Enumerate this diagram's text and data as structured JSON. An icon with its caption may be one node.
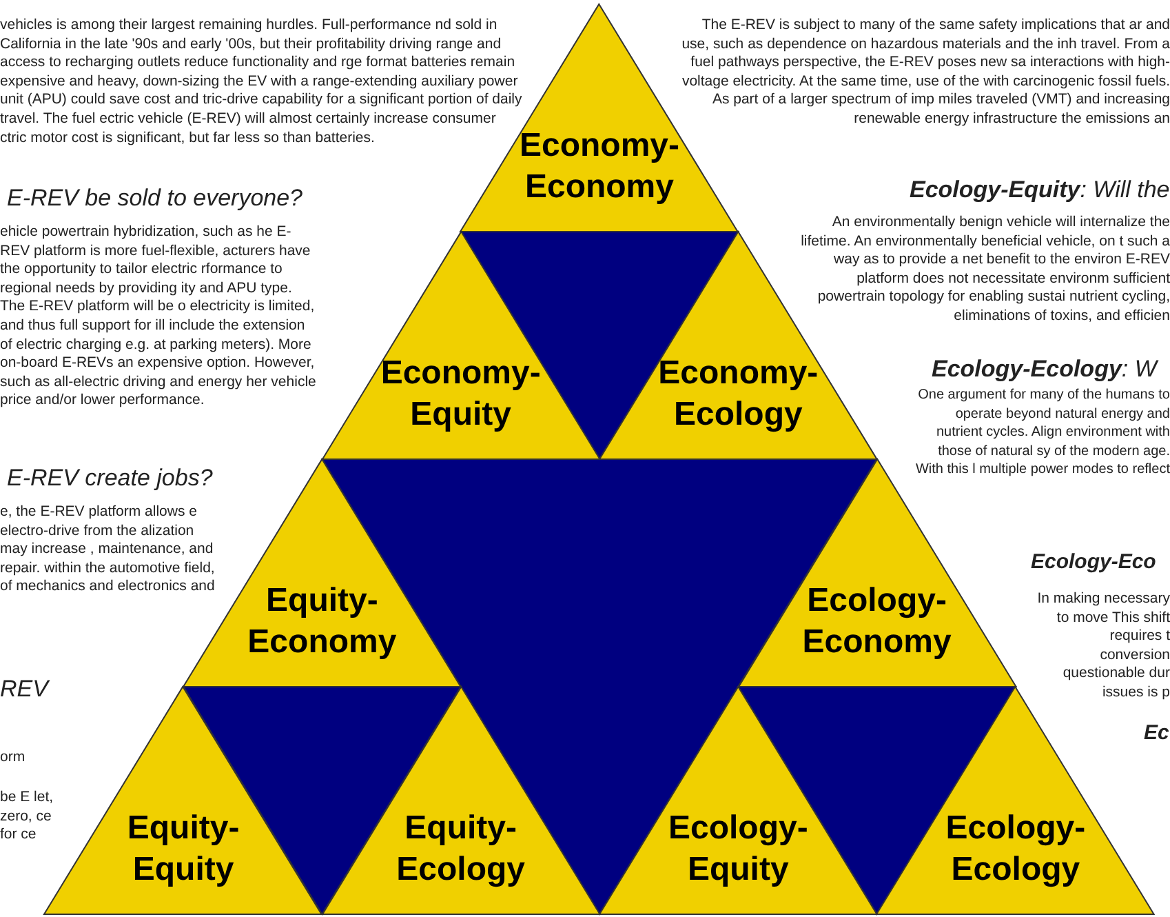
{
  "diagram": {
    "nodes": [
      {
        "text": [
          "Economy- Economy"
        ]
      },
      {
        "text": [
          "Economy- Equity"
        ]
      },
      {
        "text": [
          "Economy- Ecology"
        ]
      },
      {
        "text": [
          "Equity- Economy"
        ]
      },
      {
        "text": [
          "Ecology- Economy"
        ]
      },
      {
        "text": [
          "Equity- Equity"
        ]
      },
      {
        "text": [
          "Equity- Ecology"
        ]
      },
      {
        "text": [
          "Ecology- Equity"
        ]
      },
      {
        "text": [
          "Ecology- Ecology"
        ]
      },
      {
        "text": [],
        "shape": "triangle"
      },
      {
        "text": [],
        "shape": "triangle"
      },
      {
        "text": [],
        "shape": "triangle"
      },
      {
        "text": [],
        "shape": "triangle"
      }
    ],
    "labels": [
      "vehicles is among their largest remaining hurdles. Full-performance nd sold in California in the late '90s and early '00s, but their profitability driving range and access to recharging outlets reduce functionality and rge format batteries remain expensive and heavy, down-sizing the EV with a range-extending auxiliary power unit (APU) could save cost and tric-drive capability for a significant portion of daily travel. The fuel ectric vehicle (E-REV) will almost certainly increase consumer ctric motor cost is significant, but far less so than batteries.",
      "E-REV be sold to everyone?",
      "ehicle powertrain hybridization, such as he E-REV platform is more fuel-flexible, acturers have the opportunity to tailor electric rformance to regional needs by providing ity and APU type. The E-REV platform will be o electricity is limited, and thus full support for ill include the extension of electric charging e.g. at parking meters). More on-board E-REVs an expensive option. However, such as all-electric driving and energy her vehicle price and/or lower performance.",
      "E-REV create jobs?",
      "e, the E-REV platform allows e electro-drive from the alization may increase , maintenance, and repair. within the automotive field, of mechanics and electronics and",
      "REV",
      "orm",
      "be E let, zero, ce for ce",
      "The E-REV is subject to many of the same safety implications that ar and use, such as dependence on hazardous materials and the inh travel. From a fuel pathways perspective, the E-REV poses new sa interactions with high-voltage electricity. At the same time, use of the with carcinogenic fossil fuels. As part of a larger spectrum of imp miles traveled (VMT) and increasing renewable energy infrastructure the emissions an",
      "**Ecology-Equity**: Will the",
      "An environmentally benign vehicle will internalize the lifetime. An environmentally beneficial vehicle, on t such a way as to provide a net benefit to the environ E-REV platform does not necessitate environm sufficient powertrain topology for enabling sustai nutrient cycling, eliminations of toxins, and efficien",
      "**Ecology-Ecology**: W",
      "One argument for many of the humans to operate beyond natural energy and nutrient cycles. Align environment with those of natural sy of the modern age. With this l multiple power modes to reflect",
      "Ecology-Eco",
      "In making necessary to move This shift requires t conversion questionable dur issues is p",
      "Ec"
    ]
  }
}
